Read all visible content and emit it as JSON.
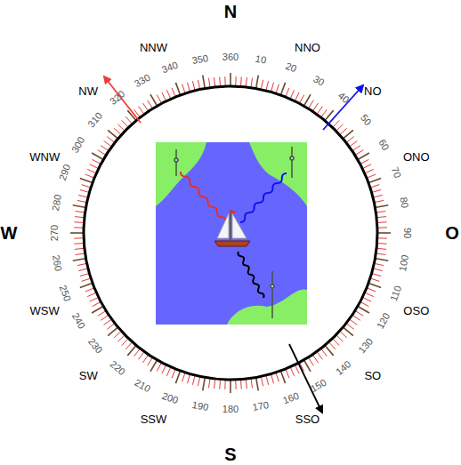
{
  "diagram": {
    "labels": [
      "N",
      "NNO",
      "NO",
      "ONO",
      "O",
      "OSO",
      "SO",
      "SSO",
      "S",
      "SSW",
      "SW",
      "WSW",
      "W",
      "WNW",
      "NW",
      "NNW",
      "10",
      "20",
      "30",
      "40",
      "50",
      "60",
      "70",
      "80",
      "90",
      "100",
      "110",
      "120",
      "130",
      "140",
      "150",
      "160",
      "170",
      "180",
      "190",
      "200",
      "210",
      "220",
      "230",
      "240",
      "250",
      "260",
      "270",
      "280",
      "290",
      "300",
      "310",
      "320",
      "330",
      "340",
      "350",
      "360"
    ]
  }
}
